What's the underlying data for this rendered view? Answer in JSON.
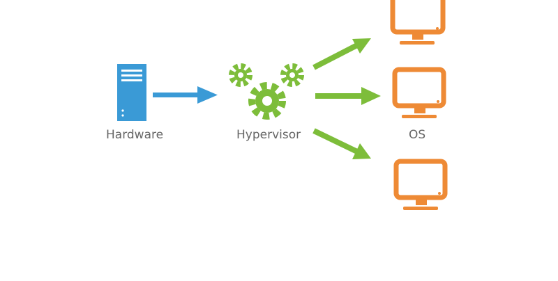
{
  "nodes": {
    "hardware": {
      "label": "Hardware",
      "icon": "server-icon"
    },
    "hypervisor": {
      "label": "Hypervisor",
      "icon": "gears-icon"
    },
    "os": {
      "label": "OS",
      "icon": "monitor-icon",
      "count": 3
    }
  },
  "edges": [
    {
      "from": "hardware",
      "to": "hypervisor"
    },
    {
      "from": "hypervisor",
      "to": "os-1"
    },
    {
      "from": "hypervisor",
      "to": "os-2"
    },
    {
      "from": "hypervisor",
      "to": "os-3"
    }
  ],
  "colors": {
    "hardware": "#3a9ad6",
    "hypervisor": "#7dbd3a",
    "os": "#ee8a35",
    "label": "#666666",
    "background": "#ffffff"
  }
}
